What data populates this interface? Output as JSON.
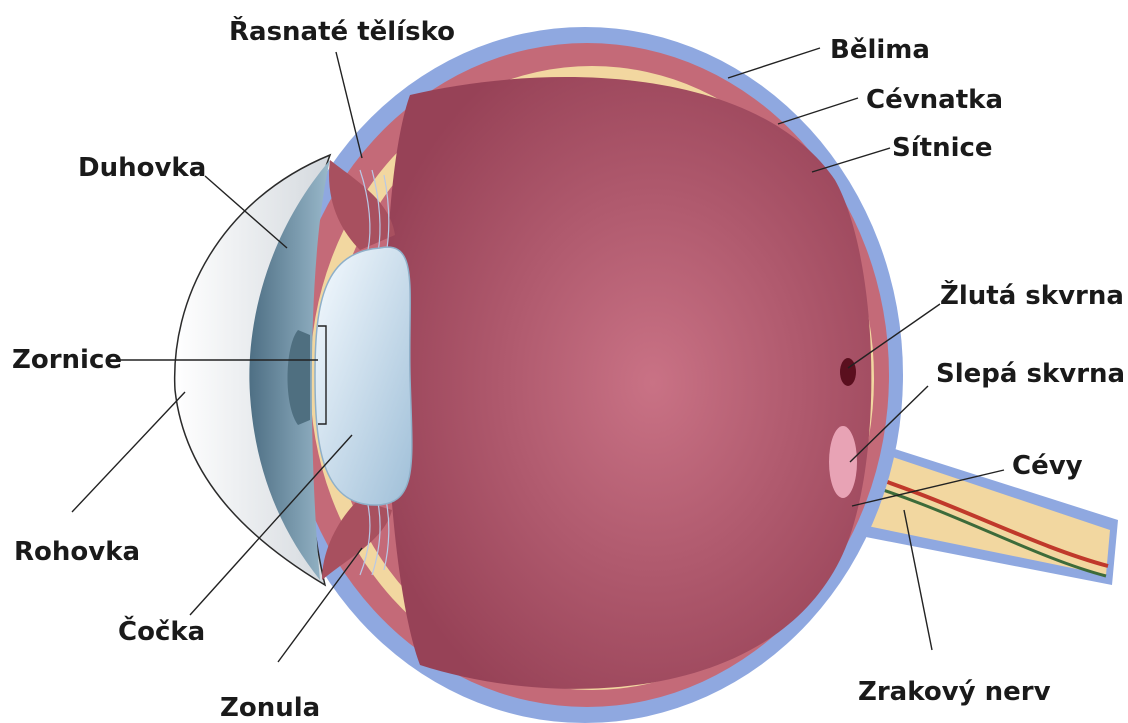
{
  "labels": {
    "ciliary_body": "Řasnaté tělísko",
    "sclera": "Bělima",
    "choroid": "Cévnatka",
    "retina": "Sítnice",
    "iris": "Duhovka",
    "macula": "Žlutá skvrna",
    "pupil": "Zornice",
    "blind_spot": "Slepá skvrna",
    "vessels": "Cévy",
    "cornea": "Rohovka",
    "lens": "Čočka",
    "optic_nerve": "Zrakový nerv",
    "zonula": "Zonula"
  },
  "colors": {
    "sclera": "#8fa8e0",
    "choroid": "#c46a78",
    "retina": "#f2d7a0",
    "vitreous": "#b45a6e",
    "lens": "#dfeaf5",
    "iris": "#6f93a8",
    "cornea": "#e9ecef",
    "macula": "#5a0f1e",
    "blind_spot": "#e8a3b5",
    "vessel_red": "#c0392b",
    "vessel_green": "#3d6b3a"
  }
}
